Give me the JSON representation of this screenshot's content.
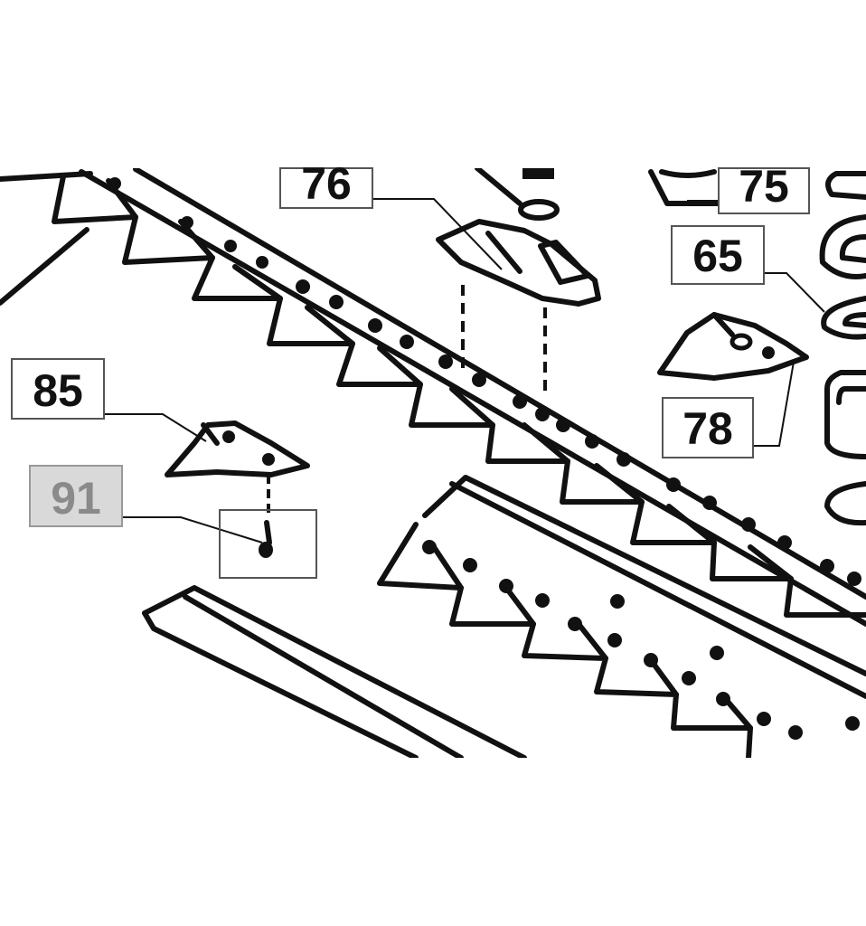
{
  "diagram": {
    "callouts": [
      {
        "id": "c76",
        "label": "76",
        "highlighted": false
      },
      {
        "id": "c75",
        "label": "75",
        "highlighted": false
      },
      {
        "id": "c65",
        "label": "65",
        "highlighted": false
      },
      {
        "id": "c78",
        "label": "78",
        "highlighted": false
      },
      {
        "id": "c85",
        "label": "85",
        "highlighted": false
      },
      {
        "id": "c91",
        "label": "91",
        "highlighted": true
      }
    ],
    "colors": {
      "ink": "#111111",
      "box_stroke": "#555555",
      "highlight_fill": "#d9d9d9",
      "highlight_text": "#8a8a8a",
      "background": "#ffffff"
    }
  }
}
